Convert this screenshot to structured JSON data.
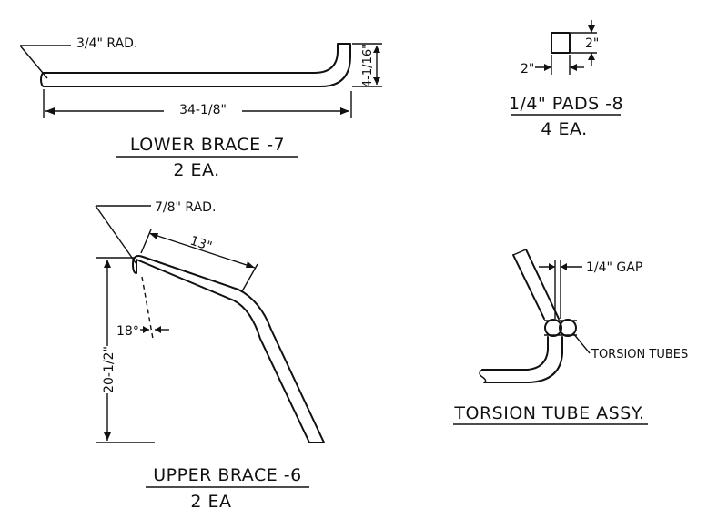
{
  "lower_brace": {
    "radius_note": "3/4\" RAD.",
    "length_dim": "34-1/8\"",
    "height_dim": "4-1/16\"",
    "title": "LOWER BRACE -7",
    "quantity": "2 EA."
  },
  "pads": {
    "width_dim": "2\"",
    "height_dim": "2\"",
    "title": "1/4\" PADS -8",
    "quantity": "4 EA."
  },
  "upper_brace": {
    "radius_note": "7/8\" RAD.",
    "length_dim": "13\"",
    "angle_dim": "18°",
    "height_dim": "20-1/2\"",
    "title": "UPPER BRACE -6",
    "quantity": "2 EA"
  },
  "torsion_assy": {
    "gap_note": "1/4\" GAP",
    "tubes_label": "TORSION TUBES",
    "title": "TORSION TUBE ASSY."
  }
}
